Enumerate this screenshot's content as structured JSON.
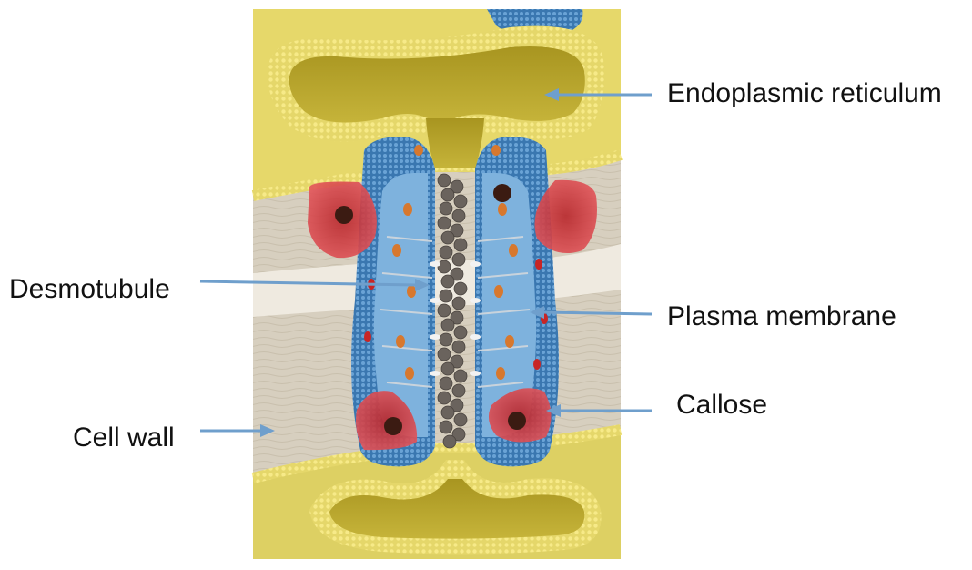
{
  "labels": {
    "endoplasmic_reticulum": "Endoplasmic reticulum",
    "desmotubule": "Desmotubule",
    "plasma_membrane": "Plasma membrane",
    "callose": "Callose",
    "cell_wall": "Cell wall"
  },
  "colors": {
    "cytoplasm": "#e8dc72",
    "er_lumen": "#b9a62a",
    "cell_wall": "#d9d2c3",
    "membrane_blue": "#3e7bb5",
    "callose": "#d9403f",
    "desmotubule": "#6a635d",
    "arrow": "#6f9fcc",
    "lipid_yellow": "#f0d64b"
  }
}
